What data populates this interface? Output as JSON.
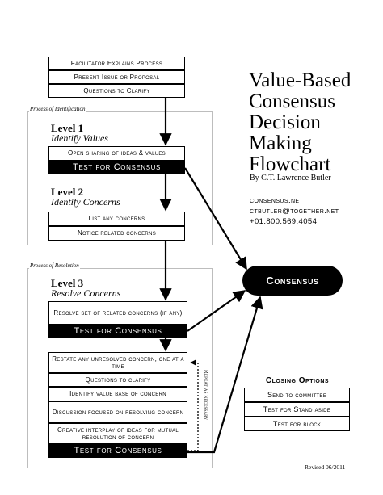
{
  "title_lines": [
    "Value-Based",
    "Consensus",
    "Decision",
    "Making",
    "Flowchart"
  ],
  "byline": "By C.T. Lawrence Butler",
  "contact": {
    "website": "consensus.net",
    "email": "ctbutler@together.net",
    "phone": "+01.800.569.4054"
  },
  "top_boxes": [
    "Facilitator Explains Process",
    "Present Issue or Proposal",
    "Questions to Clarify"
  ],
  "identification": {
    "label": "Process of Identification",
    "level1": {
      "title": "Level 1",
      "subtitle": "Identify Values",
      "box": "Open sharing of ideas & values",
      "test": "Test for Consensus"
    },
    "level2": {
      "title": "Level 2",
      "subtitle": "Identify Concerns",
      "boxes": [
        "List any concerns",
        "Notice related concerns"
      ]
    }
  },
  "resolution": {
    "label": "Process of Resolution",
    "level3": {
      "title": "Level 3",
      "subtitle": "Resolve Concerns",
      "box": "Resolve set of related concerns (if any)",
      "test": "Test for Consensus",
      "loop_boxes": [
        "Restate any unresolved concern, one at a time",
        "Questions to clarify",
        "Identify value base of concern",
        "Discussion focused on resolving concern",
        "Creative interplay of ideas for mutual resolution of concern"
      ],
      "loop_test": "Test for Consensus",
      "repeat_label": "Repeat as necessary"
    }
  },
  "consensus": "Consensus",
  "closing": {
    "title": "Closing Options",
    "options": [
      "Send to committee",
      "Test for Stand aside",
      "Test for block"
    ]
  },
  "revised": "Revised 06/2011"
}
